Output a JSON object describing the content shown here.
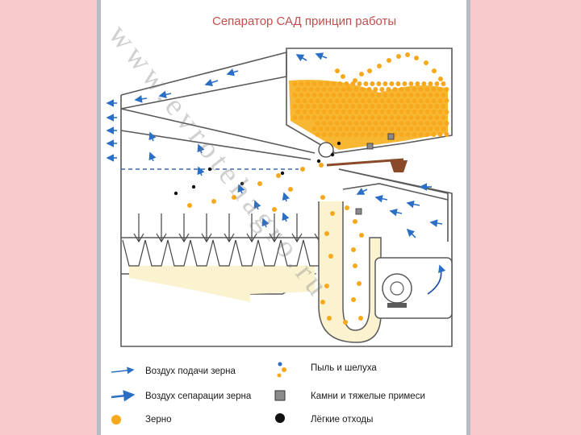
{
  "title": "Сепаратор САД принцип работы",
  "watermark": "www.evrotehagro.ru",
  "colors": {
    "grain": "#f7a81d",
    "air_arrow": "#2a6fc5",
    "machine_line": "#5a5a5a",
    "chute_fill": "#fbf3cf",
    "stone": "#8b8b8b",
    "light_waste": "#111111",
    "feed_flap": "#8a4a2a"
  },
  "legend": {
    "feed_air": "Воздух подачи зерна",
    "separation_air": "Воздух сепарации зерна",
    "grain": "Зерно",
    "dust": "Пыль и шелуха",
    "stones": "Камни и тяжелые примеси",
    "light_waste": "Лёгкие отходы"
  }
}
